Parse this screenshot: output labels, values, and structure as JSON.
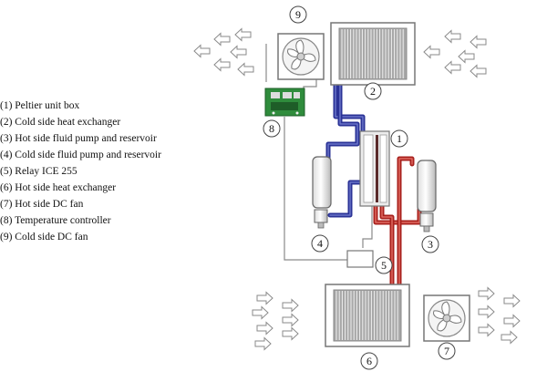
{
  "legend": [
    "(1) Peltier unit box",
    "(2) Cold side heat exchanger",
    "(3) Hot side fluid pump and reservoir",
    "(4) Cold side fluid pump and reservoir",
    "(5) Relay ICE 255",
    "(6) Hot side heat exchanger",
    "(7) Hot side DC fan",
    "(8) Temperature controller",
    "(9) Cold side DC fan"
  ],
  "callouts": {
    "peltier_box": "1",
    "cold_exchanger": "2",
    "hot_pump": "3",
    "cold_pump": "4",
    "relay": "5",
    "hot_exchanger": "6",
    "hot_fan": "7",
    "temp_controller": "8",
    "cold_fan": "9"
  },
  "colors": {
    "cold_loop": "#2a3296",
    "hot_loop": "#a8201c",
    "exchanger_core": "#a8a8a8",
    "airflow_arrow_outline": "#8a8a8a",
    "controller_board": "#2f8c3c"
  }
}
